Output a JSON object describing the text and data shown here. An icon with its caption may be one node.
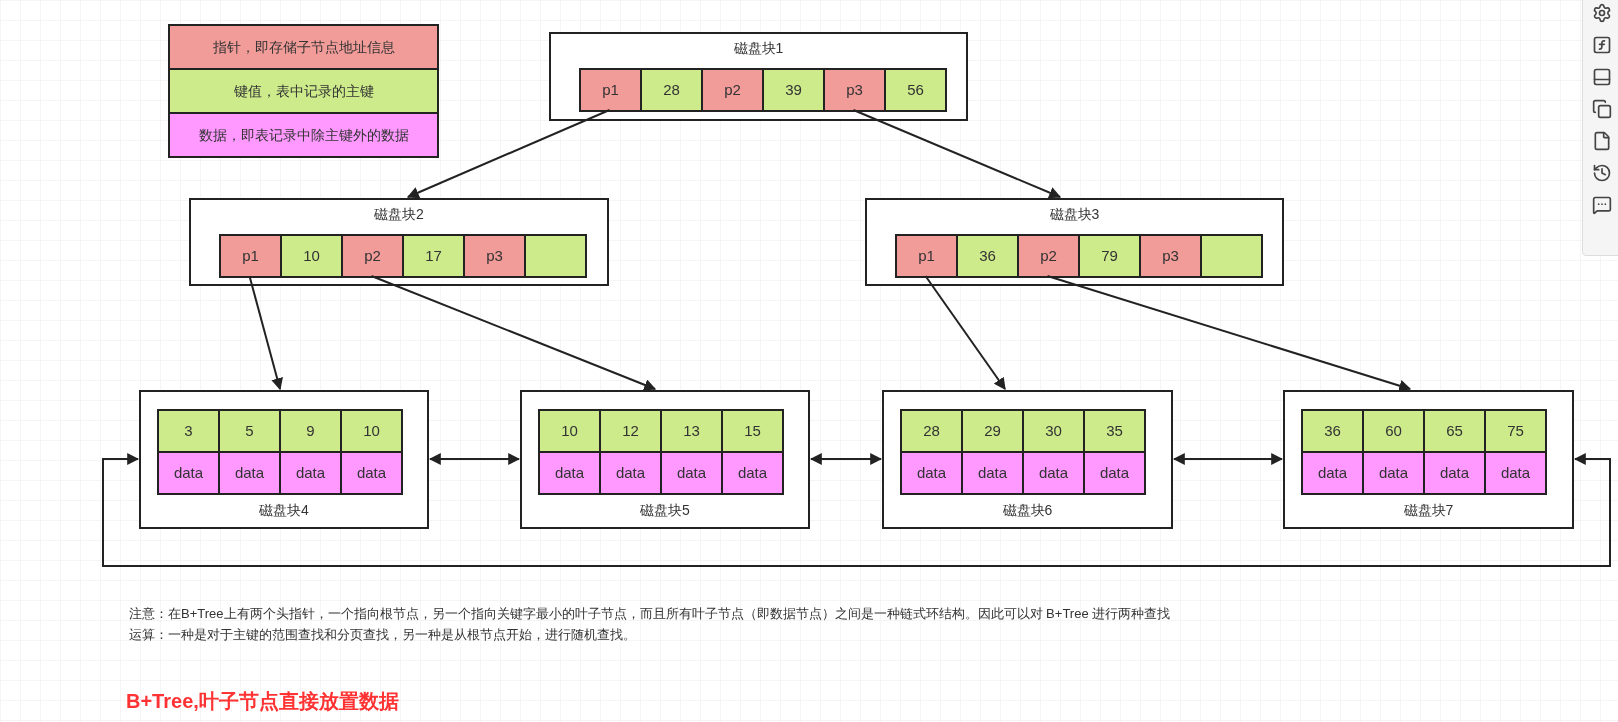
{
  "diagram": {
    "caption": "B+Tree,叶子节点直接放置数据",
    "nodes": [
      {
        "text": [
          "磁盘块1"
        ]
      },
      {
        "text": [
          "p1"
        ],
        "in": 0
      },
      {
        "text": [
          "28"
        ],
        "in": 0
      },
      {
        "text": [
          "p2"
        ],
        "in": 0
      },
      {
        "text": [
          "39"
        ],
        "in": 0
      },
      {
        "text": [
          "p3"
        ],
        "in": 0
      },
      {
        "text": [
          "56"
        ],
        "in": 0
      },
      {
        "text": [
          "磁盘块2"
        ]
      },
      {
        "text": [
          "p1"
        ],
        "in": 7
      },
      {
        "text": [
          "10"
        ],
        "in": 7
      },
      {
        "text": [
          "p2"
        ],
        "in": 7
      },
      {
        "text": [
          "17"
        ],
        "in": 7
      },
      {
        "text": [
          "p3"
        ],
        "in": 7
      },
      {
        "text": [],
        "shape": "box",
        "in": 7
      },
      {
        "text": [
          "磁盘块3"
        ]
      },
      {
        "text": [
          "p1"
        ],
        "in": 14
      },
      {
        "text": [
          "36"
        ],
        "in": 14
      },
      {
        "text": [
          "p2"
        ],
        "in": 14
      },
      {
        "text": [
          "79"
        ],
        "in": 14
      },
      {
        "text": [
          "p3"
        ],
        "in": 14
      },
      {
        "text": [],
        "shape": "box",
        "in": 14
      },
      {
        "text": [
          "磁盘块4"
        ]
      },
      {
        "text": [
          "3"
        ],
        "in": 21
      },
      {
        "text": [
          "5"
        ],
        "in": 21
      },
      {
        "text": [
          "9"
        ],
        "in": 21
      },
      {
        "text": [
          "10"
        ],
        "in": 21
      },
      {
        "text": [
          "data"
        ],
        "in": 21
      },
      {
        "text": [
          "data"
        ],
        "in": 21
      },
      {
        "text": [
          "data"
        ],
        "in": 21
      },
      {
        "text": [
          "data"
        ],
        "in": 21
      },
      {
        "text": [
          "磁盘块5"
        ]
      },
      {
        "text": [
          "10"
        ],
        "in": 30
      },
      {
        "text": [
          "12"
        ],
        "in": 30
      },
      {
        "text": [
          "13"
        ],
        "in": 30
      },
      {
        "text": [
          "15"
        ],
        "in": 30
      },
      {
        "text": [
          "data"
        ],
        "in": 30
      },
      {
        "text": [
          "data"
        ],
        "in": 30
      },
      {
        "text": [
          "data"
        ],
        "in": 30
      },
      {
        "text": [
          "data"
        ],
        "in": 30
      },
      {
        "text": [
          "磁盘块6"
        ]
      },
      {
        "text": [
          "28"
        ],
        "in": 39
      },
      {
        "text": [
          "29"
        ],
        "in": 39
      },
      {
        "text": [
          "30"
        ],
        "in": 39
      },
      {
        "text": [
          "35"
        ],
        "in": 39
      },
      {
        "text": [
          "data"
        ],
        "in": 39
      },
      {
        "text": [
          "data"
        ],
        "in": 39
      },
      {
        "text": [
          "data"
        ],
        "in": 39
      },
      {
        "text": [
          "data"
        ],
        "in": 39
      },
      {
        "text": [
          "磁盘块7"
        ]
      },
      {
        "text": [
          "36"
        ],
        "in": 48
      },
      {
        "text": [
          "60"
        ],
        "in": 48
      },
      {
        "text": [
          "65"
        ],
        "in": 48
      },
      {
        "text": [
          "75"
        ],
        "in": 48
      },
      {
        "text": [
          "data"
        ],
        "in": 48
      },
      {
        "text": [
          "data"
        ],
        "in": 48
      },
      {
        "text": [
          "data"
        ],
        "in": 48
      },
      {
        "text": [
          "data"
        ],
        "in": 48
      }
    ],
    "edges": [
      {
        "from": 1,
        "to": 7,
        "arrow": "to"
      },
      {
        "from": 5,
        "to": 14,
        "arrow": "to"
      },
      {
        "from": 8,
        "to": 21,
        "arrow": "to"
      },
      {
        "from": 10,
        "to": 30,
        "arrow": "to"
      },
      {
        "from": 15,
        "to": 39,
        "arrow": "to"
      },
      {
        "from": 17,
        "to": 48,
        "arrow": "to"
      },
      {
        "from": 21,
        "to": 30,
        "arrow": "both"
      },
      {
        "from": 30,
        "to": 39,
        "arrow": "both"
      },
      {
        "from": 39,
        "to": 48,
        "arrow": "both"
      },
      {
        "from": 48,
        "to": 21,
        "arrow": "both"
      }
    ],
    "labels": [
      "注意：在B+Tree上有两个头指针，一个指向根节点，另一个指向关键字最小的叶子节点，而且所有叶子节点（即数据节点）之间是一种链式环结构。因此可以对 B+Tree 进行两种查找运算：一种是对于主键的范围查找和分页查找，另一种是从根节点开始，进行随机查找。"
    ],
    "legend": [
      {
        "text": "指针，即存储子节点地址信息",
        "color": "#f19c99"
      },
      {
        "text": "键值，表中记录的主键",
        "color": "#cdeb8b"
      },
      {
        "text": "数据，即表记录中除主键外的数据",
        "color": "#ff99ff"
      }
    ]
  }
}
